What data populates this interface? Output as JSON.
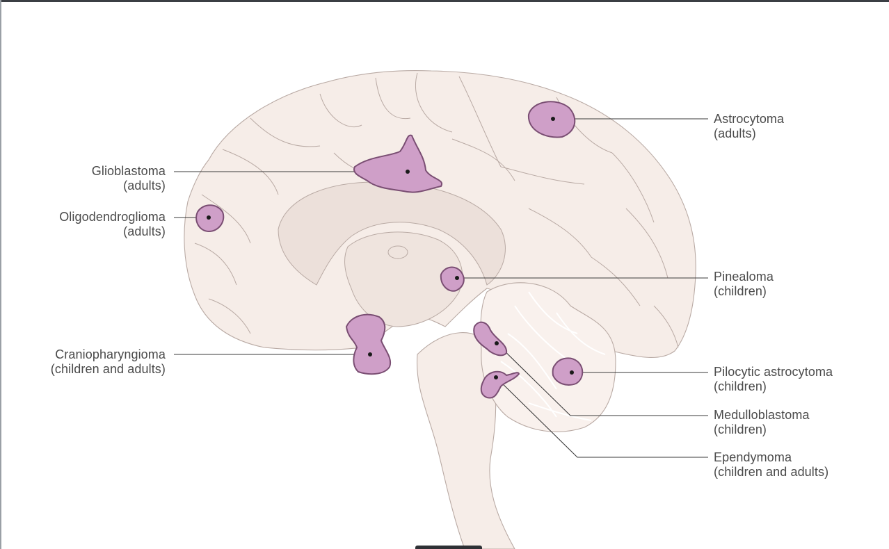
{
  "colors": {
    "brain_fill": "#f6ede8",
    "brain_line": "#b9aaa4",
    "inner_fill": "#ece0da",
    "tumor_fill": "#cf9fc8",
    "tumor_stroke": "#7a4e73",
    "leader_line": "#3a3a3a",
    "label_text": "#4a4a4a"
  },
  "labels": {
    "glioblastoma": {
      "name": "Glioblastoma",
      "group": "(adults)"
    },
    "oligodendroglioma": {
      "name": "Oligodendroglioma",
      "group": "(adults)"
    },
    "craniopharyngioma": {
      "name": "Craniopharyngioma",
      "group": "(children and adults)"
    },
    "astrocytoma": {
      "name": "Astrocytoma",
      "group": "(adults)"
    },
    "pinealoma": {
      "name": "Pinealoma",
      "group": "(children)"
    },
    "pilocytic_astrocytoma": {
      "name": "Pilocytic astrocytoma",
      "group": "(children)"
    },
    "medulloblastoma": {
      "name": "Medulloblastoma",
      "group": "(children)"
    },
    "ependymoma": {
      "name": "Ependymoma",
      "group": "(children and adults)"
    }
  }
}
